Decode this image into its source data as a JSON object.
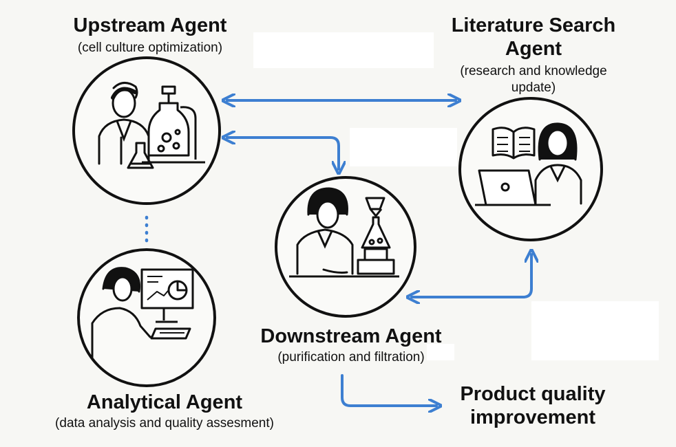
{
  "agents": {
    "upstream": {
      "title": "Upstream Agent",
      "subtitle": "(cell culture optimization)"
    },
    "literature": {
      "title_line1": "Literature Search",
      "title_line2": "Agent",
      "subtitle_line1": "(research and knowledge",
      "subtitle_line2": "update)"
    },
    "downstream": {
      "title": "Downstream Agent",
      "subtitle": "(purification and filtration)"
    },
    "analytical": {
      "title": "Analytical Agent",
      "subtitle": "(data analysis and quality assesment)"
    }
  },
  "outcome": {
    "line1": "Product quality",
    "line2": "improvement"
  },
  "colors": {
    "arrow": "#3d7fd1",
    "ink": "#111111",
    "background": "#f7f7f4"
  }
}
